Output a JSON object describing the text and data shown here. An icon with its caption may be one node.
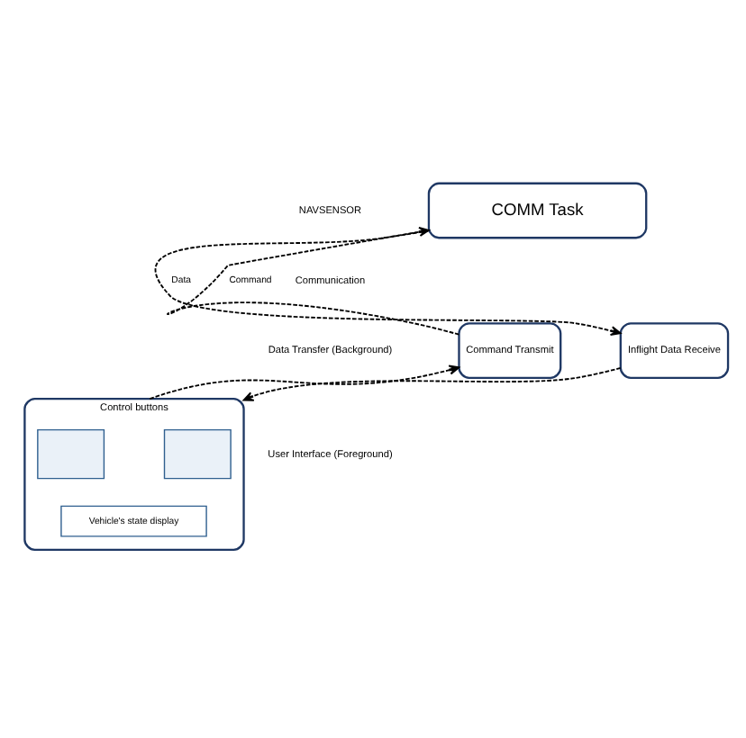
{
  "diagram": {
    "nodes": [
      {
        "text": [
          "COMM Task"
        ]
      },
      {
        "text": [
          "Command Transmit"
        ]
      },
      {
        "text": [
          "Inflight Data Receive"
        ]
      },
      {
        "text": [
          "Control buttons"
        ]
      },
      {
        "text": [],
        "shape": "box",
        "in": 3
      },
      {
        "text": [],
        "shape": "box",
        "in": 3
      },
      {
        "text": [
          "Vehicle's state display"
        ],
        "in": 3
      }
    ],
    "edges": [
      {
        "from": 1,
        "to": 0,
        "arrow": "to",
        "style": "dashed",
        "label": "Command"
      },
      {
        "from": 0,
        "to": 2,
        "arrow": "to",
        "style": "dashed",
        "label": "Data"
      },
      {
        "from": 3,
        "to": 1,
        "arrow": "to",
        "style": "dashed"
      },
      {
        "from": 2,
        "to": 3,
        "arrow": "to",
        "style": "dashed"
      }
    ],
    "labels": [
      "NAVSENSOR",
      "Communication",
      "Data Transfer (Background)",
      "User Interface (Foreground)"
    ]
  }
}
